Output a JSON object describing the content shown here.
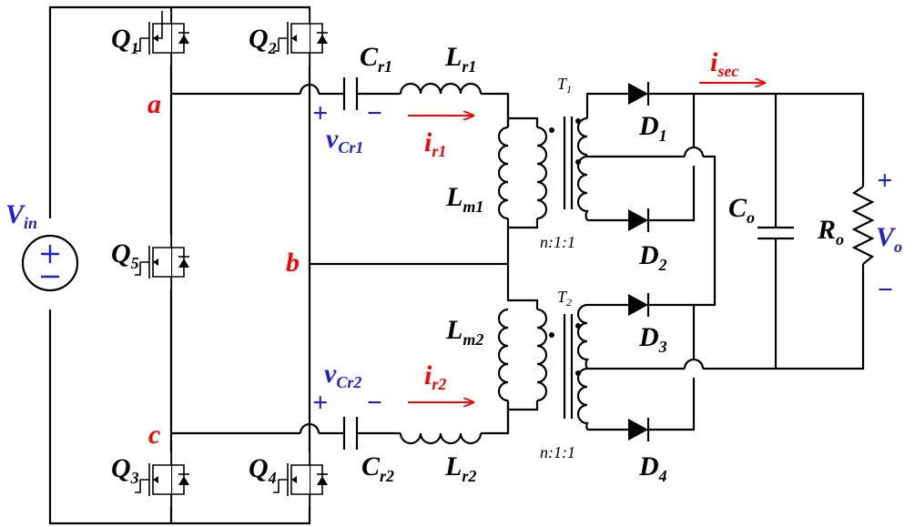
{
  "labels": {
    "Q1": "Q",
    "Q1_sub": "1",
    "Q2": "Q",
    "Q2_sub": "2",
    "Q3": "Q",
    "Q3_sub": "3",
    "Q4": "Q",
    "Q4_sub": "4",
    "Q5": "Q",
    "Q5_sub": "5",
    "node_a": "a",
    "node_b": "b",
    "node_c": "c",
    "Vin": "V",
    "Vin_sub": "in",
    "Cr1": "C",
    "Cr1_sub": "r1",
    "Cr2": "C",
    "Cr2_sub": "r2",
    "Lr1": "L",
    "Lr1_sub": "r1",
    "Lr2": "L",
    "Lr2_sub": "r2",
    "Lm1": "L",
    "Lm1_sub": "m1",
    "Lm2": "L",
    "Lm2_sub": "m2",
    "vCr1": "v",
    "vCr1_sub": "Cr1",
    "vCr2": "v",
    "vCr2_sub": "Cr2",
    "ir1": "i",
    "ir1_sub": "r1",
    "ir2": "i",
    "ir2_sub": "r2",
    "isec": "i",
    "isec_sub": "sec",
    "T1": "T",
    "T1_sub": "1",
    "T2": "T",
    "T2_sub": "2",
    "ratio1": "n:1:1",
    "ratio2": "n:1:1",
    "D1": "D",
    "D1_sub": "1",
    "D2": "D",
    "D2_sub": "2",
    "D3": "D",
    "D3_sub": "3",
    "D4": "D",
    "D4_sub": "4",
    "Co": "C",
    "Co_sub": "o",
    "Ro": "R",
    "Ro_sub": "o",
    "Vo": "V",
    "Vo_sub": "o",
    "plus": "+",
    "minus": "−"
  },
  "colors": {
    "red": "#ff0000",
    "blue": "#1f1fd6",
    "black": "#000000"
  }
}
